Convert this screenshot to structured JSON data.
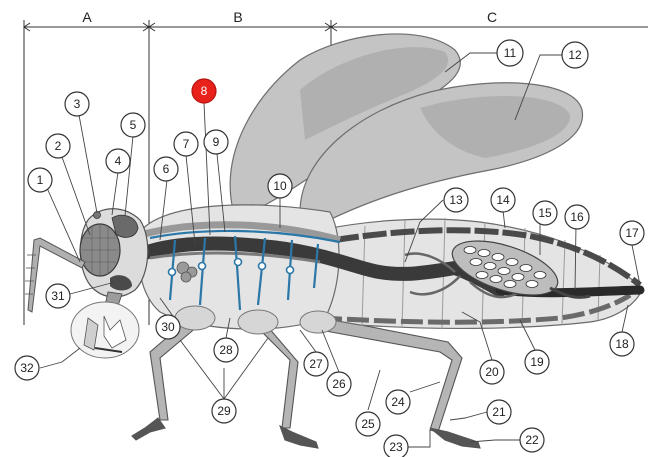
{
  "regions": {
    "a": "A",
    "b": "B",
    "c": "C"
  },
  "callouts": {
    "c1": "1",
    "c2": "2",
    "c3": "3",
    "c4": "4",
    "c5": "5",
    "c6": "6",
    "c7": "7",
    "c8": "8",
    "c9": "9",
    "c10": "10",
    "c11": "11",
    "c12": "12",
    "c13": "13",
    "c14": "14",
    "c15": "15",
    "c16": "16",
    "c17": "17",
    "c18": "18",
    "c19": "19",
    "c20": "20",
    "c21": "21",
    "c22": "22",
    "c23": "23",
    "c24": "24",
    "c25": "25",
    "c26": "26",
    "c27": "27",
    "c28": "28",
    "c29": "29",
    "c30": "30",
    "c31": "31",
    "c32": "32"
  },
  "colors": {
    "highlight": "#e8221b",
    "wing": "#bdbdbd",
    "body_light": "#e4e4e4",
    "gut_dark": "#3a3a3a",
    "nerve_blue": "#2b78a8"
  }
}
